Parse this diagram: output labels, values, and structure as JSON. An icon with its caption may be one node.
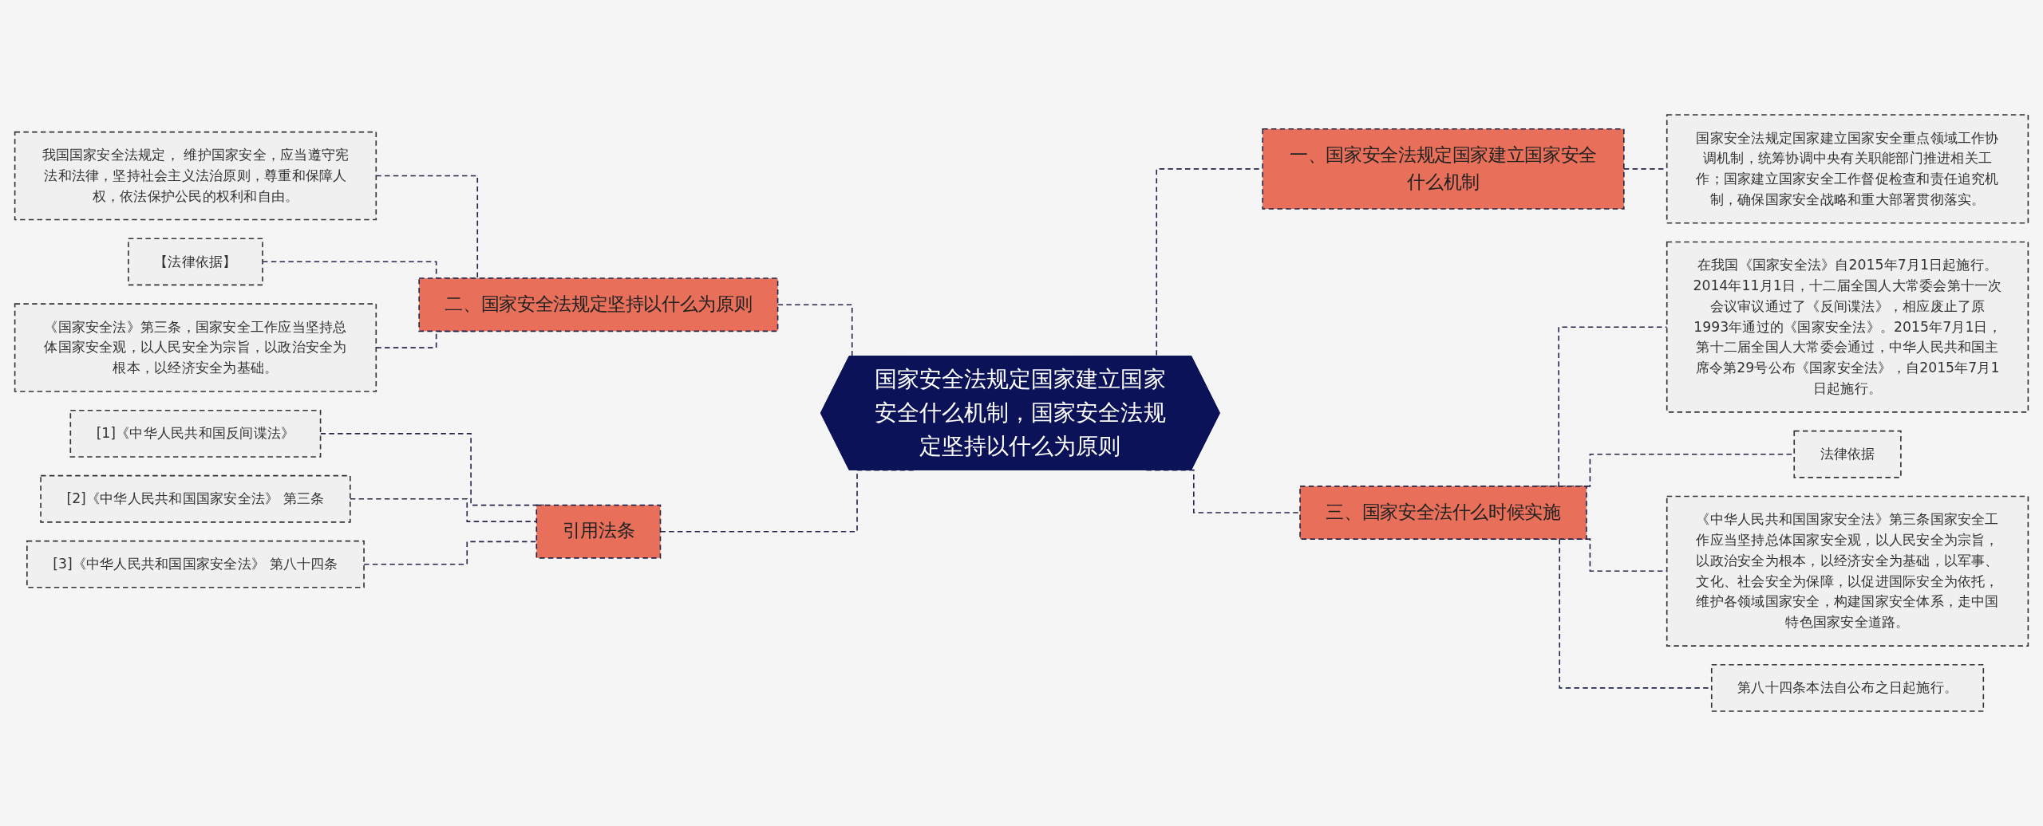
{
  "diagram": {
    "nodes": [
      {
        "text": [
          "国家安全法规定国家建立国家安全什么机制，国家安全法规定坚持以什么为原则"
        ]
      },
      {
        "text": [
          "二、国家安全法规定坚持以什么为原则"
        ]
      },
      {
        "text": [
          "我国国家安全法规定， 维护国家安全，应当遵守宪法和法律，坚持社会主义法治原则，尊重和保障人权，依法保护公民的权利和自由。"
        ]
      },
      {
        "text": [
          "【法律依据】"
        ]
      },
      {
        "text": [
          "《国家安全法》第三条，国家安全工作应当坚持总体国家安全观，以人民安全为宗旨，以政治安全为根本，以经济安全为基础。"
        ]
      },
      {
        "text": [
          "引用法条"
        ]
      },
      {
        "text": [
          "[1]《中华人民共和国反间谍法》"
        ]
      },
      {
        "text": [
          "[2]《中华人民共和国国家安全法》 第三条"
        ]
      },
      {
        "text": [
          "[3]《中华人民共和国国家安全法》 第八十四条"
        ]
      },
      {
        "text": [
          "一、国家安全法规定国家建立国家安全什么机制"
        ]
      },
      {
        "text": [
          "国家安全法规定国家建立国家安全重点领域工作协调机制，统筹协调中央有关职能部门推进相关工作；国家建立国家安全工作督促检查和责任追究机制，确保国家安全战略和重大部署贯彻落实。"
        ]
      },
      {
        "text": [
          "三、国家安全法什么时候实施"
        ]
      },
      {
        "text": [
          "在我国《国家安全法》自2015年7月1日起施行。2014年11月1日，十二届全国人大常委会第十一次会议审议通过了《反间谍法》，相应废止了原1993年通过的《国家安全法》。2015年7月1日，第十二届全国人大常委会通过，中华人民共和国主席令第29号公布《国家安全法》，自2015年7月1日起施行。"
        ]
      },
      {
        "text": [
          "法律依据"
        ]
      },
      {
        "text": [
          "《中华人民共和国国家安全法》第三条国家安全工作应当坚持总体国家安全观，以人民安全为宗旨，以政治安全为根本，以经济安全为基础，以军事、文化、社会安全为保障，以促进国际安全为依托，维护各领域国家安全，构建国家安全体系，走中国特色国家安全道路。"
        ]
      },
      {
        "text": [
          "第八十四条本法自公布之日起施行。"
        ]
      }
    ],
    "edges": [
      {
        "from": 0,
        "to": 1,
        "arrow": "none",
        "style": "dashed"
      },
      {
        "from": 1,
        "to": 2,
        "arrow": "none",
        "style": "dashed"
      },
      {
        "from": 1,
        "to": 3,
        "arrow": "none",
        "style": "dashed"
      },
      {
        "from": 1,
        "to": 4,
        "arrow": "none",
        "style": "dashed"
      },
      {
        "from": 0,
        "to": 5,
        "arrow": "none",
        "style": "dashed"
      },
      {
        "from": 5,
        "to": 6,
        "arrow": "none",
        "style": "dashed"
      },
      {
        "from": 5,
        "to": 7,
        "arrow": "none",
        "style": "dashed"
      },
      {
        "from": 5,
        "to": 8,
        "arrow": "none",
        "style": "dashed"
      },
      {
        "from": 0,
        "to": 9,
        "arrow": "none",
        "style": "dashed"
      },
      {
        "from": 9,
        "to": 10,
        "arrow": "none",
        "style": "dashed"
      },
      {
        "from": 0,
        "to": 11,
        "arrow": "none",
        "style": "dashed"
      },
      {
        "from": 11,
        "to": 12,
        "arrow": "none",
        "style": "dashed"
      },
      {
        "from": 11,
        "to": 13,
        "arrow": "none",
        "style": "dashed"
      },
      {
        "from": 11,
        "to": 14,
        "arrow": "none",
        "style": "dashed"
      },
      {
        "from": 11,
        "to": 15,
        "arrow": "none",
        "style": "dashed"
      }
    ]
  }
}
